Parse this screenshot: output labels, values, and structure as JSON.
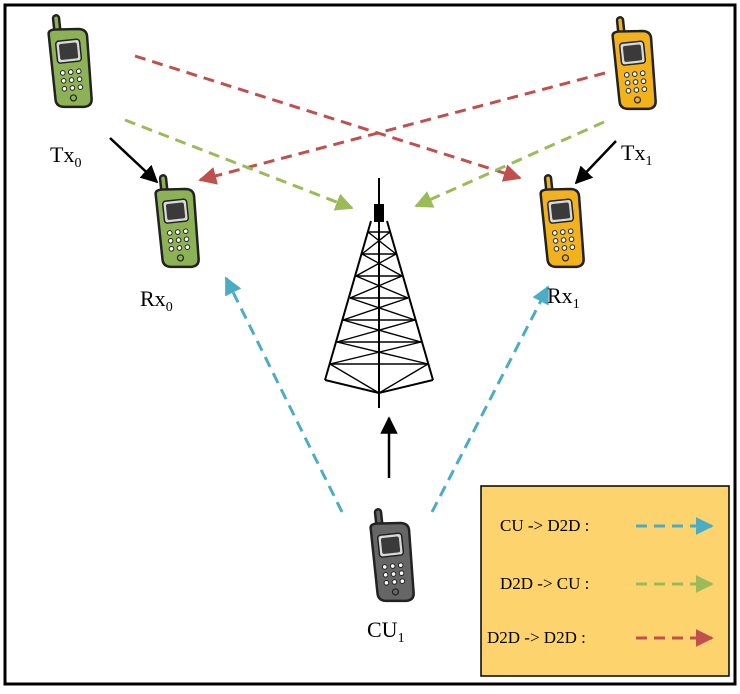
{
  "colors": {
    "cu_to_d2d": "#4bacc6",
    "d2d_to_cu": "#9bbb59",
    "d2d_to_d2d": "#c0504d",
    "direct_link": "#000000",
    "pair0_phone": "#8db255",
    "pair1_phone": "#f2b21c",
    "cu_phone": "#666666",
    "legend_bg": "#fcd36c"
  },
  "icons": {
    "phone": "mobile-phone-icon",
    "tower": "cell-tower-icon"
  },
  "nodes": {
    "tx0": {
      "main": "Tx",
      "sub": "0"
    },
    "tx1": {
      "main": "Tx",
      "sub": "1"
    },
    "rx0": {
      "main": "Rx",
      "sub": "0"
    },
    "rx1": {
      "main": "Rx",
      "sub": "1"
    },
    "cu1": {
      "main": "CU",
      "sub": "1"
    }
  },
  "legend": {
    "items": [
      {
        "label": "CU -> D2D :",
        "link_type": "cu_to_d2d"
      },
      {
        "label": "D2D -> CU :",
        "link_type": "d2d_to_cu"
      },
      {
        "label": "D2D -> D2D :",
        "link_type": "d2d_to_d2d"
      }
    ]
  }
}
